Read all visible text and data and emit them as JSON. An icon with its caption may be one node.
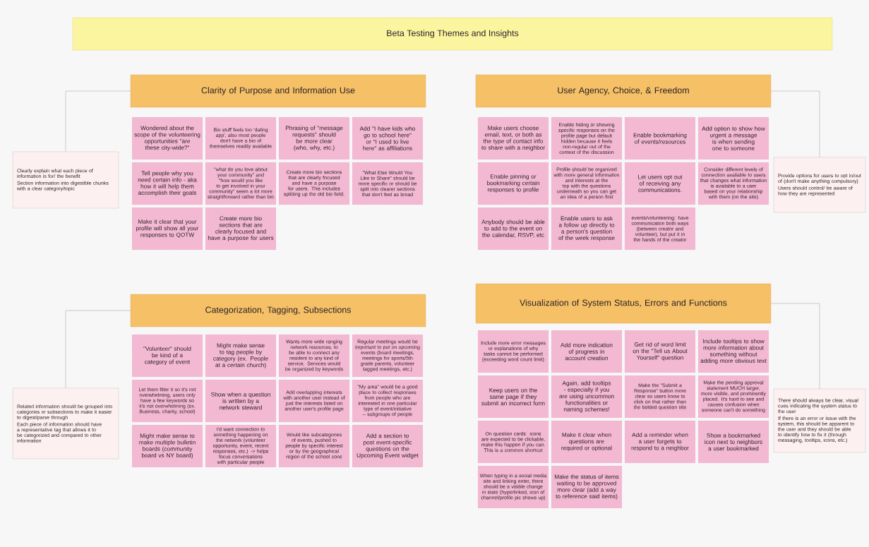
{
  "diagram": {
    "title": "Beta Testing Themes and Insights",
    "nodes": [
      {
        "text": [
          "Clarity of Purpose and Information Use"
        ]
      },
      {
        "text": [
          "Wondered about the scope of the volunteering opportunities \"are these city-wide?\""
        ]
      },
      {
        "text": [
          "Bio stuff feels too 'dating app', also most people don't have a bio of themselves readily available"
        ]
      },
      {
        "text": [
          "Phrasing of \"message requests\" should be more clear (who, why, etc.)"
        ]
      },
      {
        "text": [
          "Add \"I have kids who go to school here\" or \"I used to live here\" as affiliations"
        ]
      },
      {
        "text": [
          "Tell people why you need certain info - aka how it will help them accomplish their goals"
        ]
      },
      {
        "text": [
          "\"what do you love about your community\" and \"how would you like to get involved in your community\" seem a lot more straightforward rather than bio"
        ]
      },
      {
        "text": [
          "Create more bio sections that are clearly focused and have a purpose for users. This includes splitting up the old bio field."
        ]
      },
      {
        "text": [
          "\"What Else Would You Like to Share\" should be more specific or should be split into clearer sections that don't feel as broad"
        ]
      },
      {
        "text": [
          "Make it clear that your profile will show all your responses to QOTW"
        ]
      },
      {
        "text": [
          "Create more bio sections that are clearly focused and have a purpose for users"
        ]
      },
      {
        "text": [
          "Clearly explain what each piece of information is for/ the benefit",
          "Section information into digestible chunks with a clear category/topic"
        ]
      },
      {
        "text": [
          "User Agency, Choice, & Freedom"
        ]
      },
      {
        "text": [
          "Make users choose email, text, or both as the type of contact info to share with a neighbor"
        ]
      },
      {
        "text": [
          "Enable hiding or showing specific responses on the profile page but default hidden because it feels non-regular out of the context of the discussion"
        ]
      },
      {
        "text": [
          "Enable bookmarking of events/resources"
        ]
      },
      {
        "text": [
          "Add option to show how urgent a message is when sending one to someone"
        ]
      },
      {
        "text": [
          "Enable pinning or bookmarking certain responses to profile"
        ]
      },
      {
        "text": [
          "Profile should be organized with more general information and interests at the top with the questions underneath so you can get an idea of a person first"
        ]
      },
      {
        "text": [
          "Let users opt out of receiving any communications."
        ]
      },
      {
        "text": [
          "Consider different levels of connection available to users that changes what information is available to a user based on your relationship with them (on the site)"
        ]
      },
      {
        "text": [
          "Anybody should be able to add to the event on the calendar, RSVP, etc"
        ]
      },
      {
        "text": [
          "Enable users to ask a follow up directly to a person's question of the week response"
        ]
      },
      {
        "text": [
          "events/volunteering: have communication both ways (between creator and volunteer), but put it in the hands of the creator"
        ]
      },
      {
        "text": [
          "Provide options for users to opt in/out of (don't make anything compulsory)",
          "Users should control/ be aware of how they are represented"
        ]
      },
      {
        "text": [
          "Categorization, Tagging, Subsections"
        ]
      },
      {
        "text": [
          "\"Volunteer\" should be kind of a category of event"
        ]
      },
      {
        "text": [
          "Might make sense to tag people by category (ex. People at a certain church)"
        ]
      },
      {
        "text": [
          "Wants more wide ranging network resources, to be able to connect any resident to any kind of service. Services would be organized by keywords"
        ]
      },
      {
        "text": [
          "Regular meetings would be important to put on upcoming events (board meetings, meetings for sports/5th grade parents, volunteer tagged meetings, etc.)"
        ]
      },
      {
        "text": [
          "Let them filter it so it's not overwhelming, users only have a few keywords so it's not overwhelming (ex. Business, charity, school)"
        ]
      },
      {
        "text": [
          "Show when a question is written by a network steward"
        ]
      },
      {
        "text": [
          "Add overlapping interests with another user instead of just the interests listed on another user's profile page"
        ]
      },
      {
        "text": [
          "\"My area\" would be a good place to collect responses from people who are interested in one particular type of event/initiative – subgroups of people"
        ]
      },
      {
        "text": [
          "Might make sense to make multiple bulletin boards (community board vs NY board)"
        ]
      },
      {
        "text": [
          "I'd want connection to something happening on the network (volunteer opportunity, event, recent responses, etc.) -> helps focus conversations with particular people"
        ]
      },
      {
        "text": [
          "Would like subcategories of events, pushed to people by specific interest or by the geographical region of the school zone"
        ]
      },
      {
        "text": [
          "Add a section to post event-specific questions on the Upcoming Event widget"
        ]
      },
      {
        "text": [
          "Related information should be grouped into categories or subsections to make it easier to digest/parse through",
          "Each piece of information should have a representative tag that allows it to be categorized and compared to other information"
        ]
      },
      {
        "text": [
          "Visualization of System Status, Errors and Functions"
        ]
      },
      {
        "text": [
          "Include more error messages or explanations of why tasks cannot be performed (exceeding word count limit)"
        ]
      },
      {
        "text": [
          "Add more indication of progress in account creation"
        ]
      },
      {
        "text": [
          "Get rid of word limit on the \"Tell us About Yourself\" question"
        ]
      },
      {
        "text": [
          "Include tooltips to show more information about something without adding more obvious text"
        ]
      },
      {
        "text": [
          "Keep users on the same page if they submit an incorrect form"
        ]
      },
      {
        "text": [
          "Again, add tooltips - especially if you are using uncommon functionalities or naming schemes!"
        ]
      },
      {
        "text": [
          "Make the \"Submit a Response\" button more clear so users know to click on that rather than the bolded question title"
        ]
      },
      {
        "text": [
          "Make the pending approval statement MUCH larger, more visible, and prominently placed. It's hard to see and causes confusion when someone can't do something"
        ]
      },
      {
        "text": [
          "On question cards: icons are expected to be clickable, make this happen if you can. This is a common shortcut"
        ]
      },
      {
        "text": [
          "Make it clear when questions are required or optional"
        ]
      },
      {
        "text": [
          "Add a reminder when a user forgets to respond to a neighbor"
        ]
      },
      {
        "text": [
          "Show a bookmarked icon next to neighbors a user bookmarked"
        ]
      },
      {
        "text": [
          "When typing in a social media site and linking enter, there should be a visible change in state (hyperlinked, icon of channel/profile pic shows up)"
        ]
      },
      {
        "text": [
          "Make the status of items waiting to be approved more clear (add a way to reference said items)"
        ]
      },
      {
        "text": [
          "There should always be clear, visual cues indicating the system status to the user",
          "If there is an error or issue with the system, this should be apparent to the user and they should be able to identify how to fix it (through messaging, tooltips, icons, etc.)"
        ]
      }
    ],
    "edges": [
      {
        "from": 0,
        "to": 11,
        "arrow": "none"
      },
      {
        "from": 12,
        "to": 24,
        "arrow": "none"
      },
      {
        "from": 25,
        "to": 38,
        "arrow": "none"
      },
      {
        "from": 39,
        "to": 54,
        "arrow": "none"
      }
    ]
  }
}
